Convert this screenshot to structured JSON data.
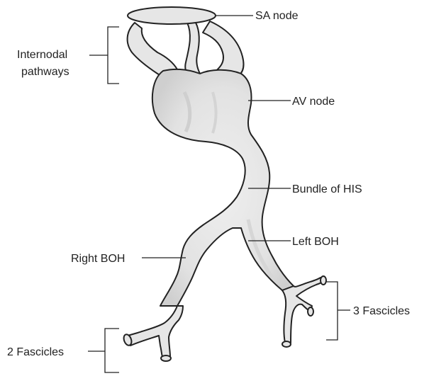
{
  "labels": {
    "sa_node": "SA node",
    "internodal_line1": "Internodal",
    "internodal_line2": "pathways",
    "av_node": "AV node",
    "bundle_of_his": "Bundle of HIS",
    "left_boh": "Left BOH",
    "right_boh": "Right BOH",
    "three_fascicles": "3 Fascicles",
    "two_fascicles": "2 Fascicles"
  },
  "colors": {
    "tissue_fill": "#e6e6e6",
    "tissue_shade": "#cfcfcf",
    "outline": "#222222",
    "text": "#222222"
  }
}
